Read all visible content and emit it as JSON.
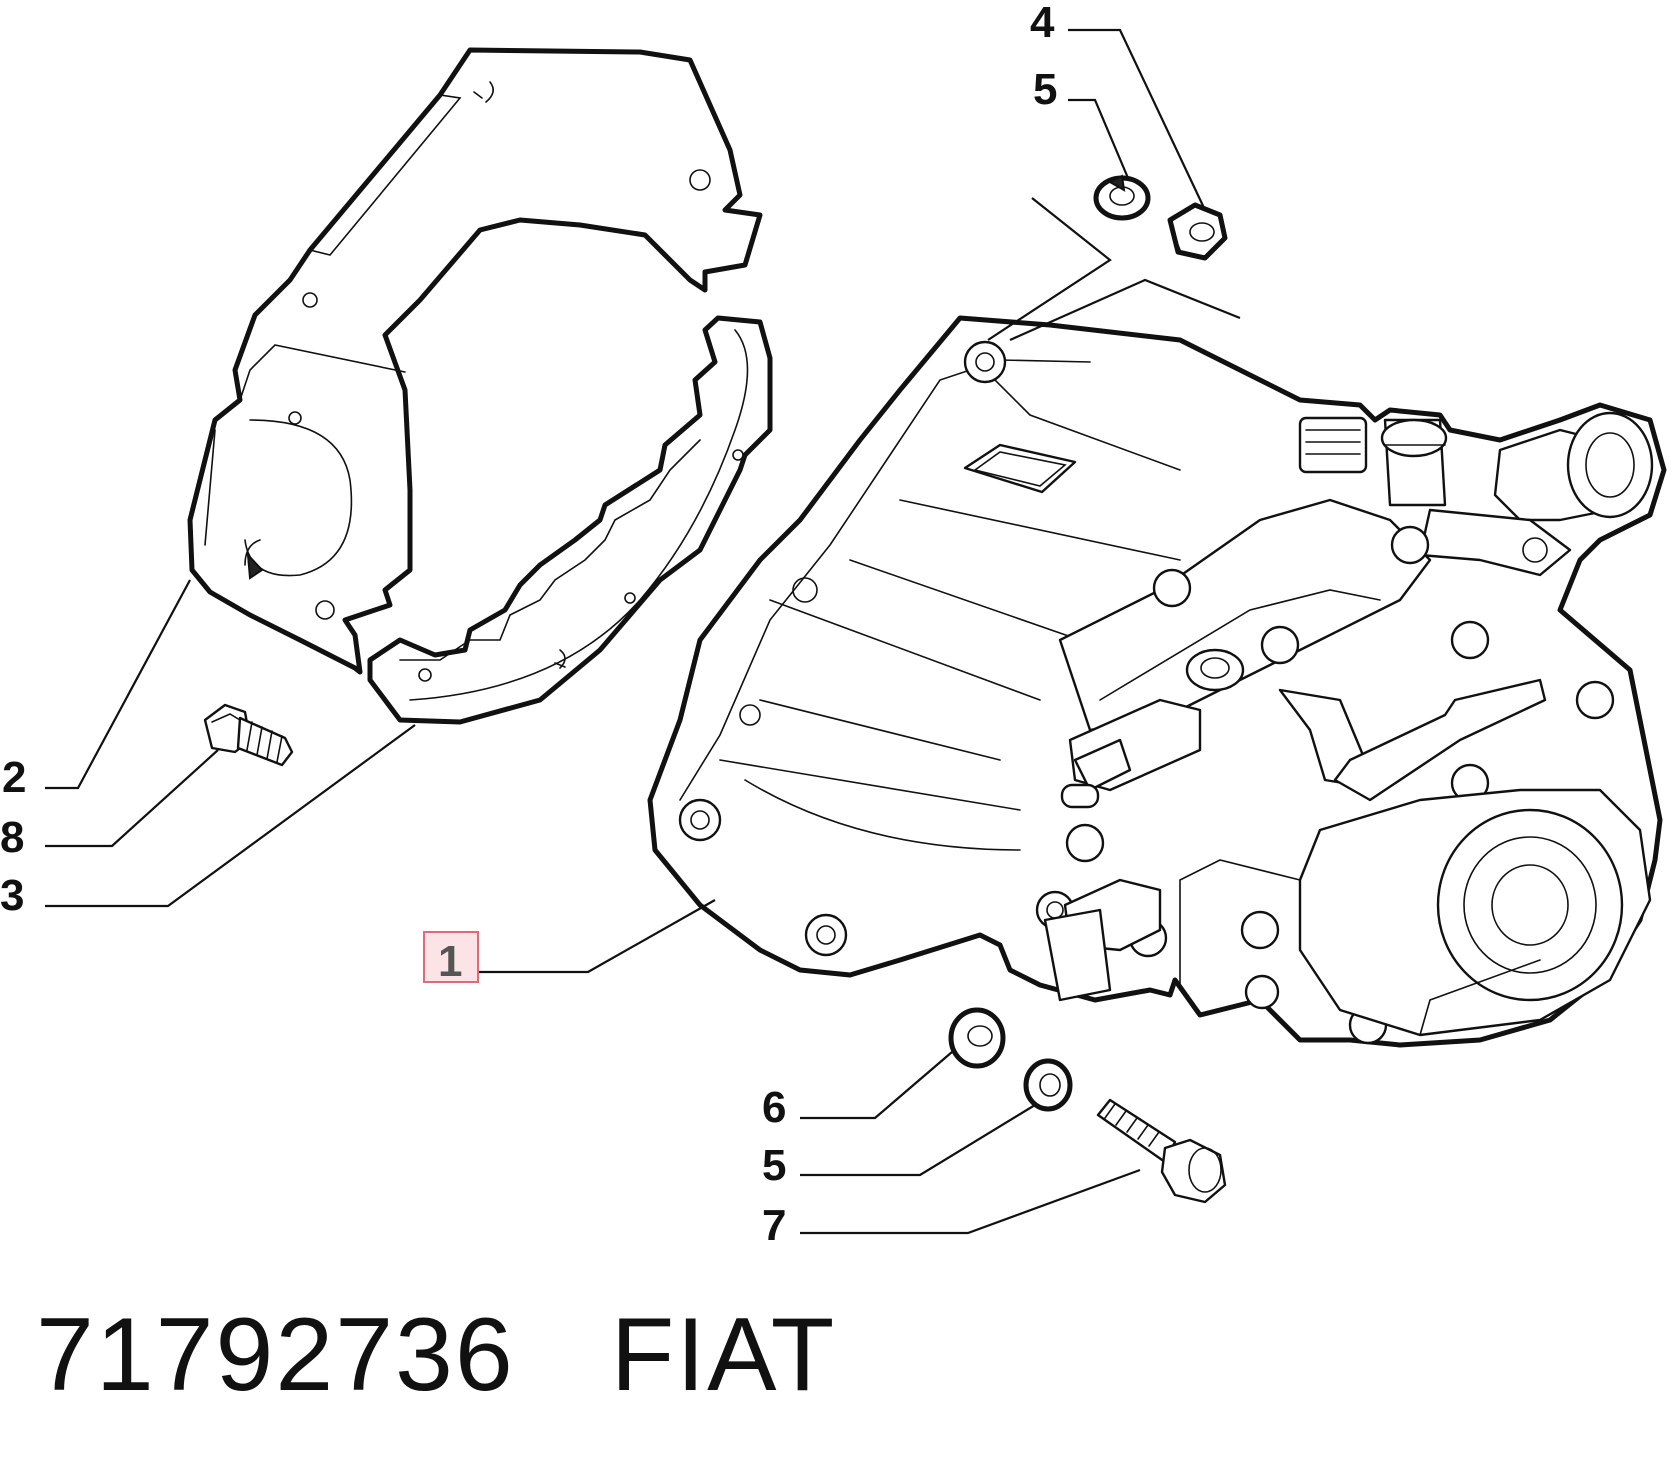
{
  "callouts": [
    {
      "id": "c4",
      "label": "4"
    },
    {
      "id": "c5a",
      "label": "5"
    },
    {
      "id": "c2",
      "label": "2"
    },
    {
      "id": "c8",
      "label": "8"
    },
    {
      "id": "c3",
      "label": "3"
    },
    {
      "id": "c1",
      "label": "1",
      "highlighted": true
    },
    {
      "id": "c6",
      "label": "6"
    },
    {
      "id": "c5b",
      "label": "5"
    },
    {
      "id": "c7",
      "label": "7"
    }
  ],
  "footer": {
    "part_number": "71792736",
    "brand": "FIAT"
  },
  "colors": {
    "line": "#111111",
    "highlight_box_fill": "#fbe3e6",
    "highlight_box_stroke": "#e06a7a",
    "highlight_text": "#555555"
  }
}
